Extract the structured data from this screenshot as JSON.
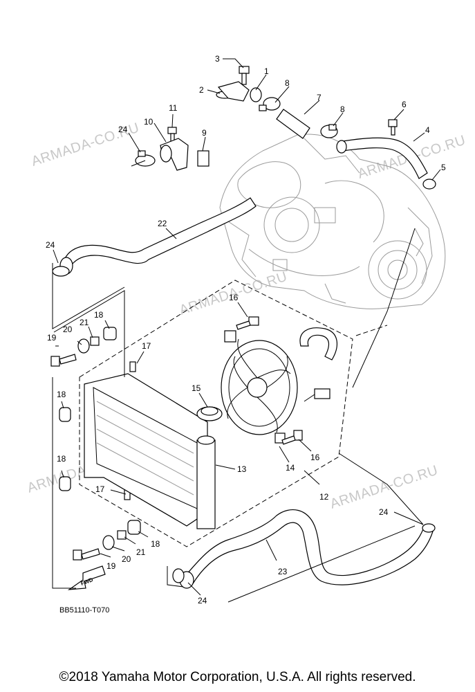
{
  "watermark": "ARMADA-CO.RU",
  "diagram_code": "BB51110-T070",
  "fwd_label": "FWD",
  "copyright": "©2018 Yamaha Motor Corporation, U.S.A. All rights reserved.",
  "callouts": {
    "c1": "1",
    "c2": "2",
    "c3": "3",
    "c4": "4",
    "c5": "5",
    "c6": "6",
    "c7": "7",
    "c8a": "8",
    "c8b": "8",
    "c9": "9",
    "c10": "10",
    "c11": "11",
    "c12": "12",
    "c13": "13",
    "c14": "14",
    "c15": "15",
    "c16a": "16",
    "c16b": "16",
    "c17a": "17",
    "c17b": "17",
    "c18a": "18",
    "c18b": "18",
    "c18c": "18",
    "c18d": "18",
    "c19a": "19",
    "c19b": "19",
    "c20a": "20",
    "c20b": "20",
    "c21a": "21",
    "c21b": "21",
    "c22": "22",
    "c23": "23",
    "c24a": "24",
    "c24b": "24",
    "c24c": "24",
    "c24d": "24"
  }
}
